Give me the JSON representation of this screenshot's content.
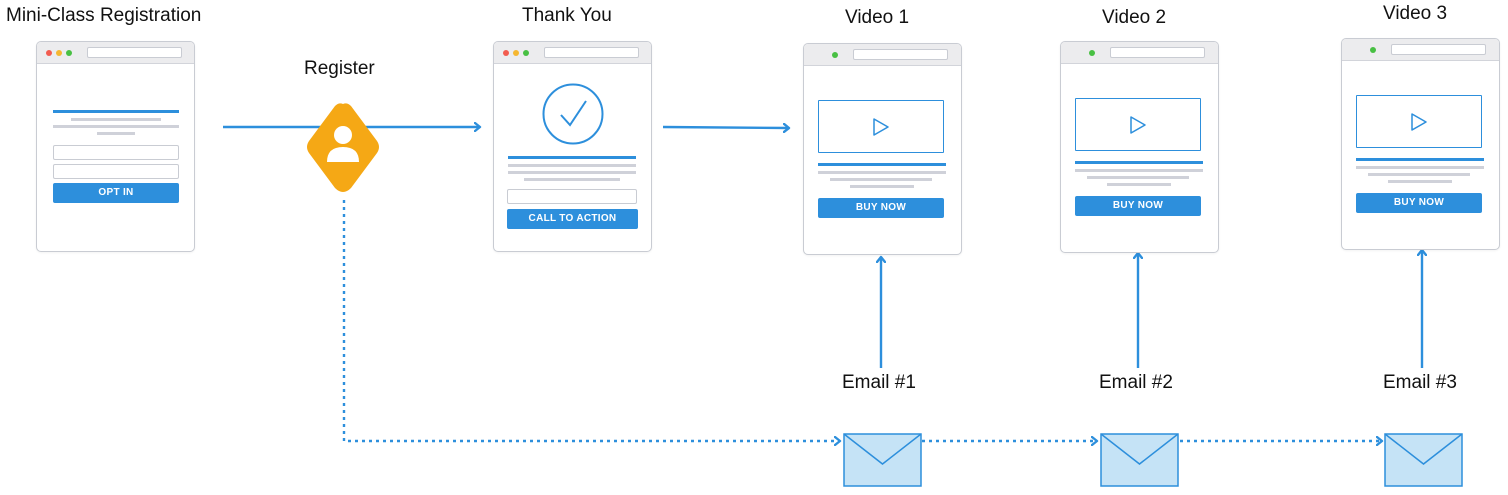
{
  "titles": {
    "registration": "Mini-Class Registration",
    "thank_you": "Thank You",
    "video1": "Video 1",
    "video2": "Video 2",
    "video3": "Video 3"
  },
  "register_label": "Register",
  "emails": [
    "Email #1",
    "Email #2",
    "Email #3"
  ],
  "buttons": {
    "opt_in": "OPT IN",
    "call_to_action": "CALL TO ACTION",
    "buy_now": "BUY NOW"
  },
  "colors": {
    "accent": "#2d8fdc",
    "register_diamond": "#f5a815",
    "envelope_fill": "#c5e3f6",
    "window_border": "#c9ccd3",
    "placeholder_line": "#cfd1d9"
  },
  "icons": {
    "register": "user-icon",
    "thank_you": "checkmark-circle-icon",
    "video": "play-icon",
    "email": "envelope-icon"
  }
}
